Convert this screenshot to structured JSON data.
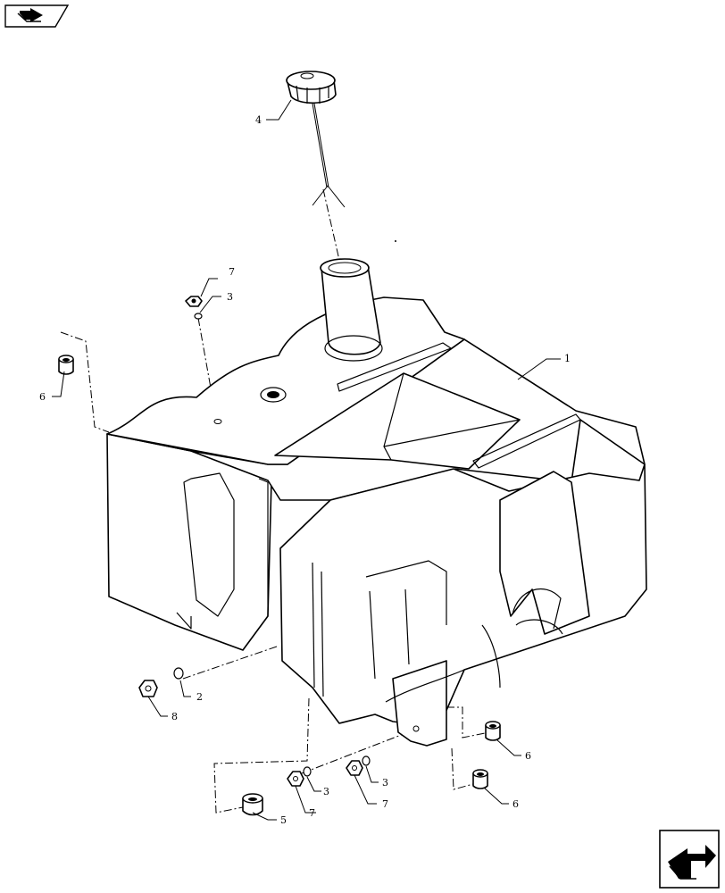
{
  "callouts": [
    {
      "id": "c1",
      "text": "1"
    },
    {
      "id": "c2",
      "text": "2"
    },
    {
      "id": "c3a",
      "text": "3"
    },
    {
      "id": "c3b",
      "text": "3"
    },
    {
      "id": "c3c",
      "text": "3"
    },
    {
      "id": "c4",
      "text": "4"
    },
    {
      "id": "c5",
      "text": "5"
    },
    {
      "id": "c6a",
      "text": "6"
    },
    {
      "id": "c6b",
      "text": "6"
    },
    {
      "id": "c6c",
      "text": "6"
    },
    {
      "id": "c7a",
      "text": "7"
    },
    {
      "id": "c7b",
      "text": "7"
    },
    {
      "id": "c7c",
      "text": "7"
    },
    {
      "id": "c8",
      "text": "8"
    }
  ],
  "icons": {
    "top_left": "previous-page-arrow-icon",
    "bottom_right": "next-page-arrow-icon"
  }
}
